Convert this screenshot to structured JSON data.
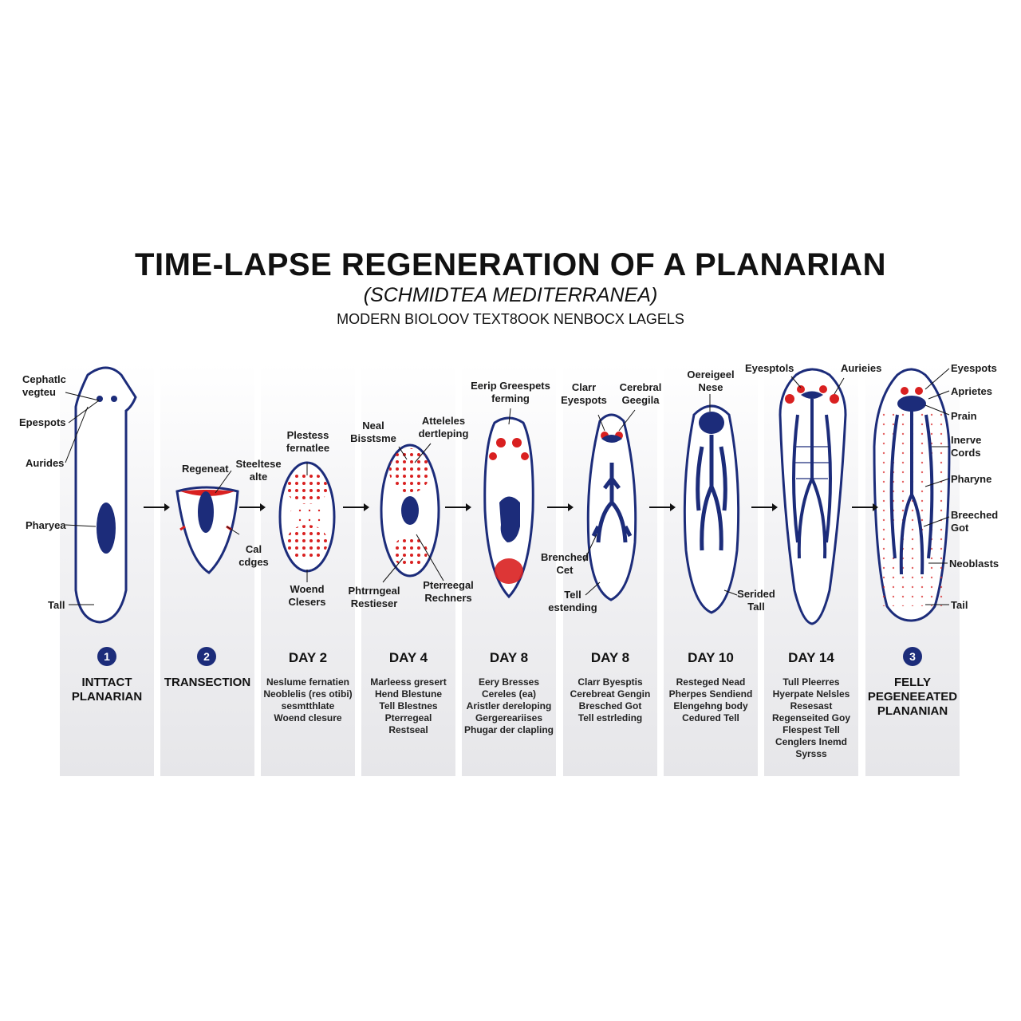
{
  "header": {
    "title": "TIME-LAPSE REGENERATION OF A PLANARIAN",
    "subtitle": "(SCHMIDTEA MEDITERRANEA)",
    "caption": "MODERN BIOLOOV TEXT8OOK NENBOCX LAGELS"
  },
  "colors": {
    "blue": "#1c2c7a",
    "red": "#d92020",
    "outline": "#1c2c7a"
  },
  "stages": [
    {
      "badge": "1",
      "title": "INTTACT PLANARIAN",
      "notes": []
    },
    {
      "badge": "2",
      "title": "TRANSECTION",
      "notes": []
    },
    {
      "day": "DAY 2",
      "notes": [
        "Neslume fernatien",
        "Neoblelis (res otibi)",
        "sesmtthlate",
        "Woend clesure"
      ]
    },
    {
      "day": "DAY 4",
      "notes": [
        "Marleess gresert",
        "Hend Blestune",
        "Tell Blestnes",
        "Pterregeal",
        "Restseal"
      ]
    },
    {
      "day": "DAY 8",
      "notes": [
        "Eery Bresses",
        "Cereles (ea)",
        "Aristler dereloping",
        "Gergereariises",
        "Phugar der clapling"
      ]
    },
    {
      "day": "DAY 8",
      "notes": [
        "Clarr Byesptis",
        "Cerebreat Gengin",
        "Bresched Got",
        "Tell estrleding"
      ]
    },
    {
      "day": "DAY 10",
      "notes": [
        "Resteged Nead",
        "Pherpes Sendiend",
        "Elengehng body",
        "Cedured Tell"
      ]
    },
    {
      "day": "DAY 14",
      "notes": [
        "Tull Pleerres",
        "Hyerpate Nelsles",
        "Resesast",
        "Regenseited Goy",
        "Flespest Tell",
        "Cenglers Inemd",
        "Syrsss"
      ]
    },
    {
      "badge": "3",
      "title": "FELLY PEGENEEATED PLANANIAN",
      "notes": []
    }
  ],
  "labels": {
    "s1": [
      "Cephatlc vegteu",
      "Epespots",
      "Aurides",
      "Pharyea",
      "Tall"
    ],
    "s2": [
      "Regeneat",
      "Steeltese alte",
      "Cal cdges"
    ],
    "s3": [
      "Plestess fernatlee",
      "Woend Clesers"
    ],
    "s4": [
      "Neal Bisstsme",
      "Atteleles dertleping",
      "Phtrrngeal Restieser",
      "Pterreegal Rechners"
    ],
    "s5": [
      "Eerip Greespets ferming"
    ],
    "s6": [
      "Clarr Eyespots",
      "Cerebral Geegila",
      "Brenched Cet",
      "Tell estending"
    ],
    "s7": [
      "Oereigeel Nese",
      "Serided Tall"
    ],
    "s8": [
      "Eyesptols",
      "Aurieies"
    ],
    "s9": [
      "Eyespots",
      "Aprietes",
      "Prain",
      "Inerve Cords",
      "Pharyne",
      "Breeched Got",
      "Neoblasts",
      "Tail"
    ]
  }
}
